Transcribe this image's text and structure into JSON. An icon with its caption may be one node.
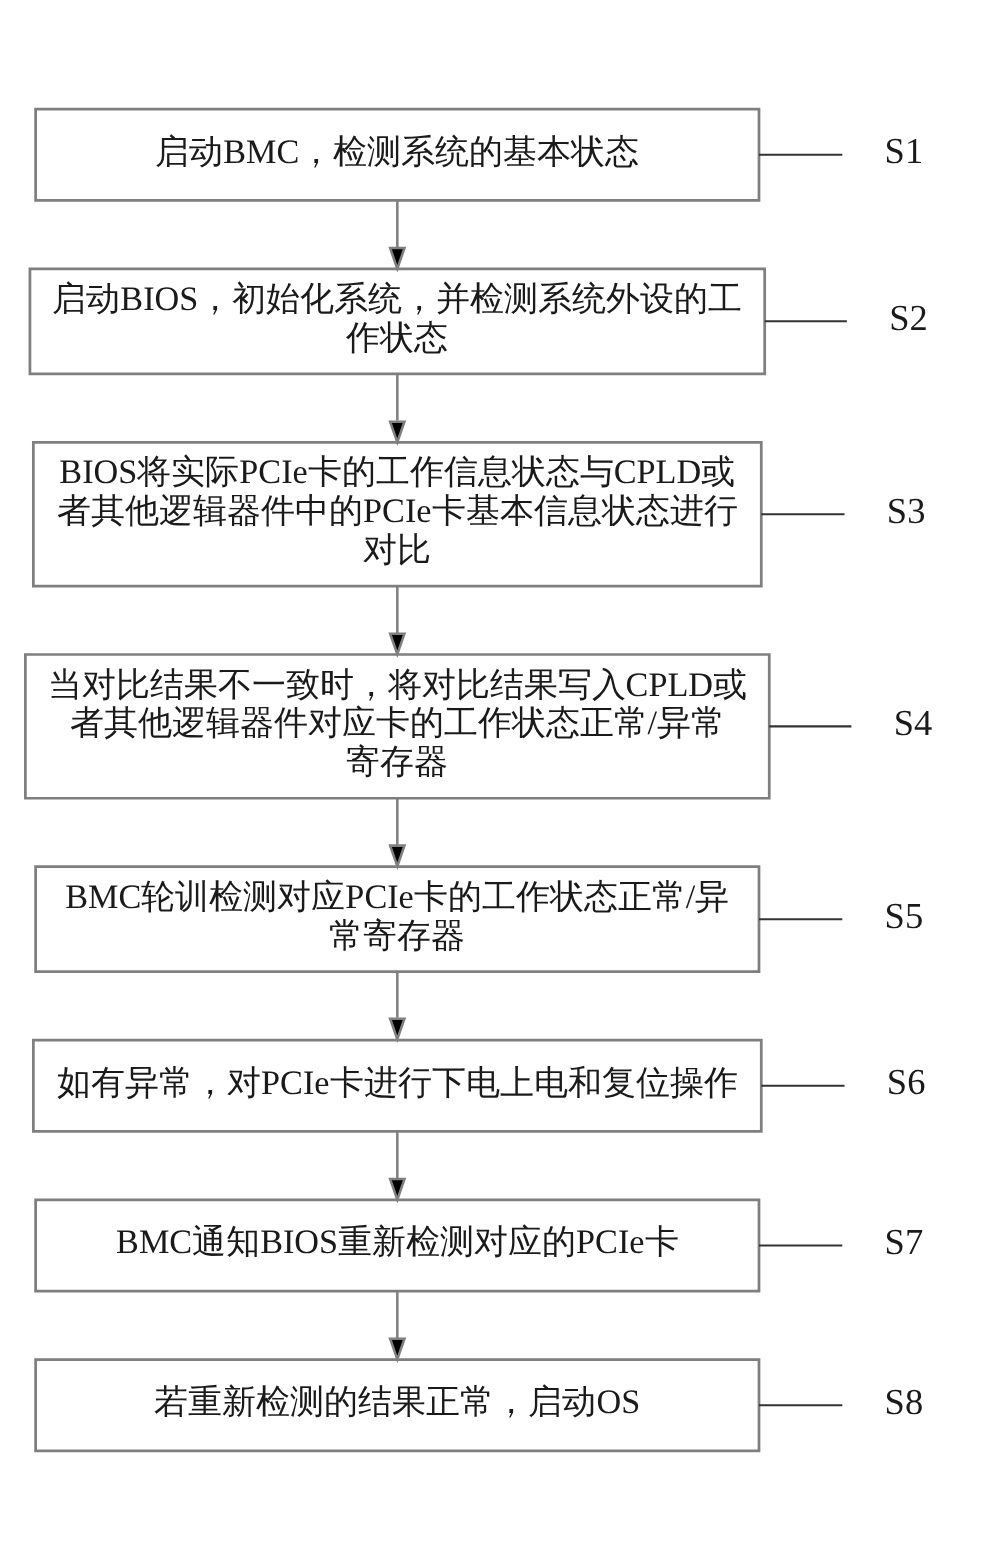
{
  "diagram": {
    "nodes": [
      {
        "text": [
          "启动BMC，检测系统的基本状态"
        ]
      },
      {
        "text": [
          "S1"
        ]
      },
      {
        "text": [
          "启动BIOS，初始化系统，并检测系统外设的工作状态"
        ]
      },
      {
        "text": [
          "S2"
        ]
      },
      {
        "text": [
          "BIOS将实际PCIe卡的工作信息状态与CPLD或者其他逻辑器件中的PCIe卡基本信息状态进行对比"
        ]
      },
      {
        "text": [
          "S3"
        ]
      },
      {
        "text": [
          "当对比结果不一致时，将对比结果写入CPLD或者其他逻辑器件对应卡的工作状态正常/异常寄存器"
        ]
      },
      {
        "text": [
          "S4"
        ]
      },
      {
        "text": [
          "BMC轮训检测对应PCIe卡的工作状态正常/异常寄存器"
        ]
      },
      {
        "text": [
          "S5"
        ]
      },
      {
        "text": [
          "如有异常，对PCIe卡进行下电上电和复位操作"
        ]
      },
      {
        "text": [
          "S6"
        ]
      },
      {
        "text": [
          "BMC通知BIOS重新检测对应的PCIe卡"
        ]
      },
      {
        "text": [
          "S7"
        ]
      },
      {
        "text": [
          "若重新检测的结果正常，启动OS"
        ]
      },
      {
        "text": [
          "S8"
        ]
      }
    ],
    "edges": [
      {
        "from": 1,
        "to": 0,
        "arrow": "none"
      },
      {
        "from": 0,
        "to": 2,
        "arrow": "to"
      },
      {
        "from": 3,
        "to": 2,
        "arrow": "none"
      },
      {
        "from": 2,
        "to": 4,
        "arrow": "to"
      },
      {
        "from": 5,
        "to": 4,
        "arrow": "none"
      },
      {
        "from": 4,
        "to": 6,
        "arrow": "to"
      },
      {
        "from": 7,
        "to": 6,
        "arrow": "none"
      },
      {
        "from": 6,
        "to": 8,
        "arrow": "to"
      },
      {
        "from": 9,
        "to": 8,
        "arrow": "none"
      },
      {
        "from": 8,
        "to": 10,
        "arrow": "to"
      },
      {
        "from": 11,
        "to": 10,
        "arrow": "none"
      },
      {
        "from": 10,
        "to": 12,
        "arrow": "to"
      },
      {
        "from": 13,
        "to": 12,
        "arrow": "none"
      },
      {
        "from": 12,
        "to": 14,
        "arrow": "to"
      },
      {
        "from": 15,
        "to": 14,
        "arrow": "none"
      }
    ]
  }
}
